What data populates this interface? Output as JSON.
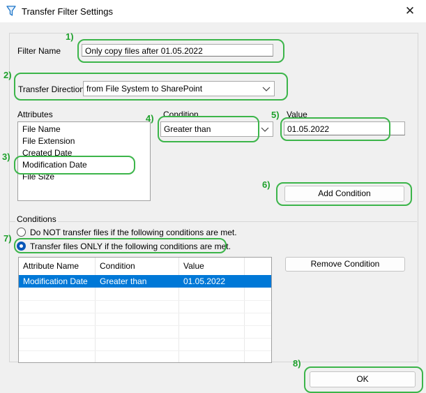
{
  "window": {
    "title": "Transfer Filter Settings",
    "close_glyph": "✕",
    "accent": "#0078d7"
  },
  "filter_name": {
    "label": "Filter Name",
    "value": "Only copy files after 01.05.2022"
  },
  "transfer_direction": {
    "label": "Transfer Direction",
    "selected": "from File System to SharePoint"
  },
  "attributes": {
    "label": "Attributes",
    "items": [
      "File Name",
      "File Extension",
      "Created Date",
      "Modification Date",
      "File Size"
    ]
  },
  "condition": {
    "label": "Condition",
    "selected": "Greater than"
  },
  "value_field": {
    "label": "Value",
    "value": "01.05.2022"
  },
  "buttons": {
    "add_condition": "Add Condition",
    "remove_condition": "Remove Condition",
    "ok": "OK"
  },
  "conditions": {
    "group_label": "Conditions",
    "option_not": "Do NOT transfer files if the following conditions are met.",
    "option_only": "Transfer files ONLY if the following conditions are met.",
    "selected_option": "only",
    "columns": [
      "Attribute Name",
      "Condition",
      "Value"
    ],
    "rows": [
      {
        "attribute": "Modification Date",
        "condition": "Greater than",
        "value": "01.05.2022"
      }
    ]
  },
  "annotations": [
    "1)",
    "2)",
    "3)",
    "4)",
    "5)",
    "6)",
    "7)",
    "8)"
  ],
  "annotation_color": "#3cb54a"
}
